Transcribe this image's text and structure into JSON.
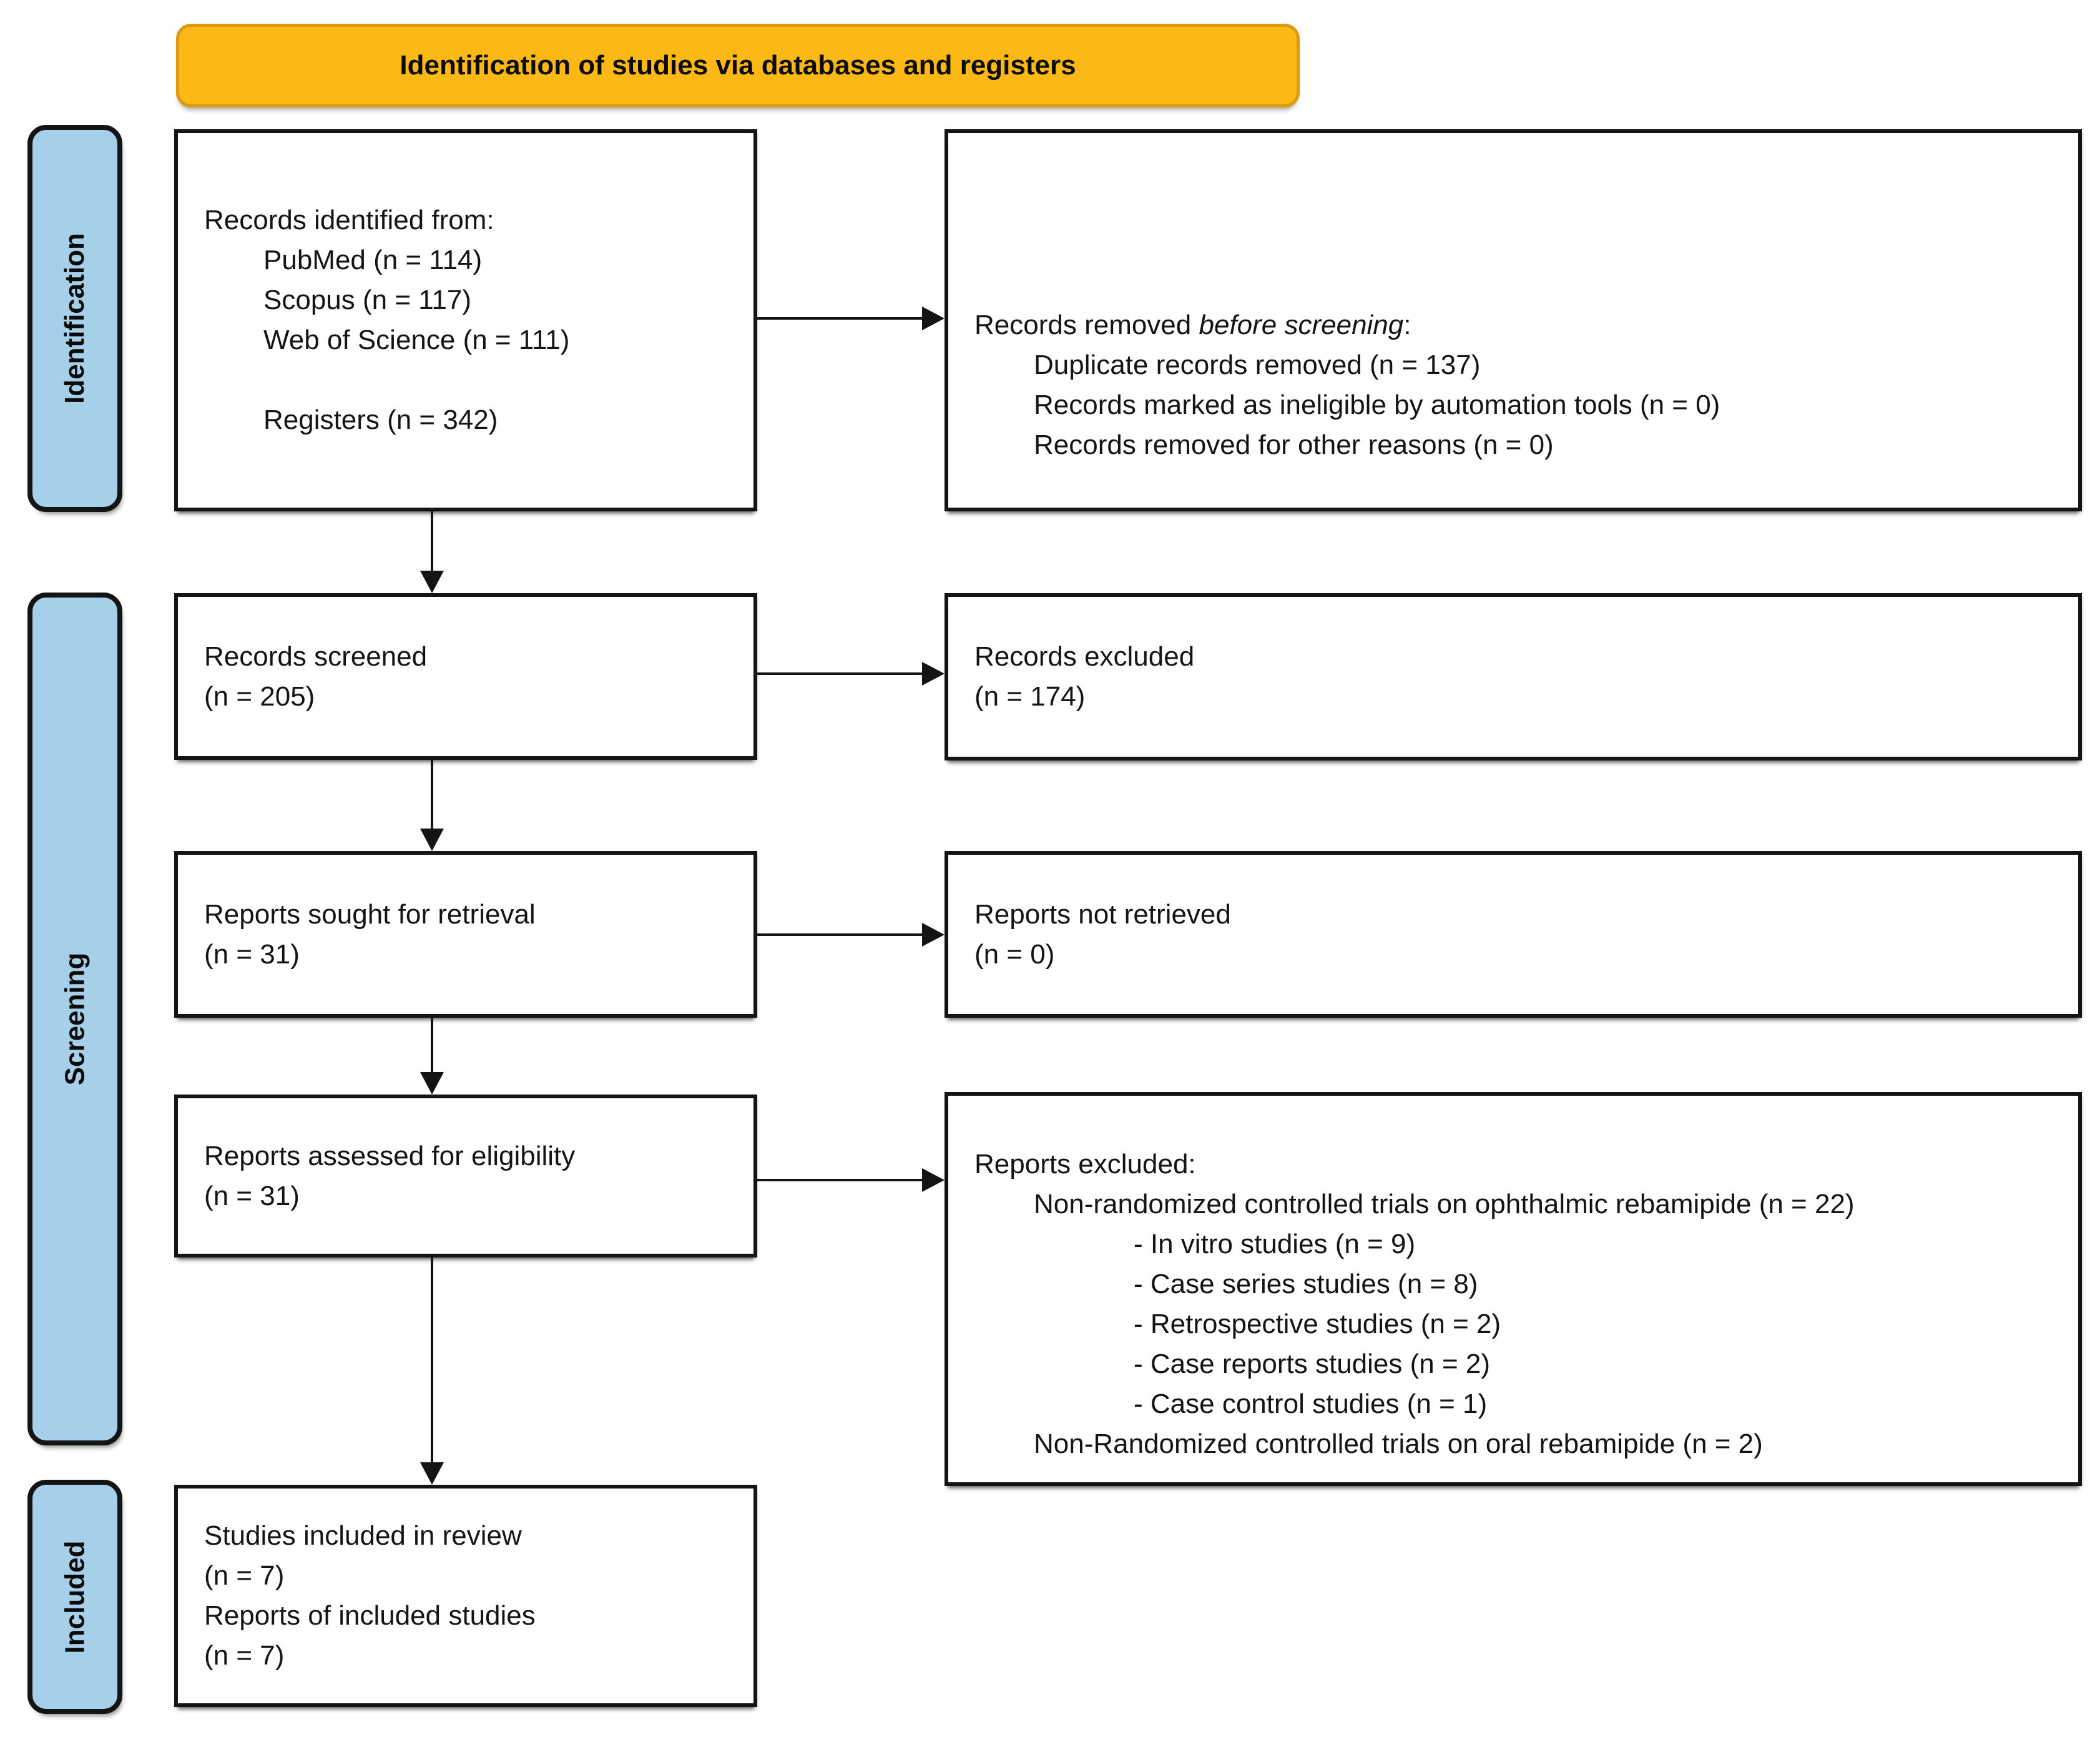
{
  "banner": {
    "title": "Identification of studies via databases and registers"
  },
  "sidebar": {
    "sections": [
      {
        "label": "Identification"
      },
      {
        "label": "Screening"
      },
      {
        "label": "Included"
      }
    ]
  },
  "colors": {
    "banner_fill": "#FCB814",
    "banner_border": "#DA9B10",
    "sidebar_fill": "#A6D0EA",
    "box_border": "#141414",
    "arrow": "#141414",
    "background": "#FFFFFF"
  },
  "flow": {
    "records_identified": {
      "title": "Records identified from:",
      "items": [
        "PubMed (n = 114)",
        "Scopus (n = 117)",
        "Web of Science (n = 111)"
      ],
      "registers": "Registers (n = 342)"
    },
    "records_removed": {
      "prefix": "Records removed ",
      "italic": "before screening",
      "suffix": ":",
      "items": [
        "Duplicate records removed (n = 137)",
        "Records marked as ineligible by automation tools (n = 0)",
        "Records removed for other reasons (n = 0)"
      ]
    },
    "records_screened": {
      "lines": [
        "Records screened",
        "(n = 205)"
      ]
    },
    "records_excluded": {
      "lines": [
        "Records excluded",
        "(n = 174)"
      ]
    },
    "reports_sought": {
      "lines": [
        "Reports sought for retrieval",
        "(n = 31)"
      ]
    },
    "reports_not_retrieved": {
      "lines": [
        "Reports not retrieved",
        "(n = 0)"
      ]
    },
    "reports_assessed": {
      "lines": [
        "Reports assessed for eligibility",
        "(n = 31)"
      ]
    },
    "reports_excluded": {
      "title": "Reports excluded:",
      "group_ophthalmic": "Non-randomized controlled trials on ophthalmic rebamipide (n = 22)",
      "dash_items": [
        "- In vitro studies (n = 9)",
        "- Case series studies (n = 8)",
        "- Retrospective studies (n = 2)",
        "- Case reports studies (n = 2)",
        "- Case control studies (n = 1)"
      ],
      "group_oral": "Non-Randomized controlled trials on oral rebamipide (n = 2)"
    },
    "studies_included": {
      "lines": [
        "Studies included in review",
        "(n = 7)",
        "Reports of included studies",
        "(n = 7)"
      ]
    }
  }
}
